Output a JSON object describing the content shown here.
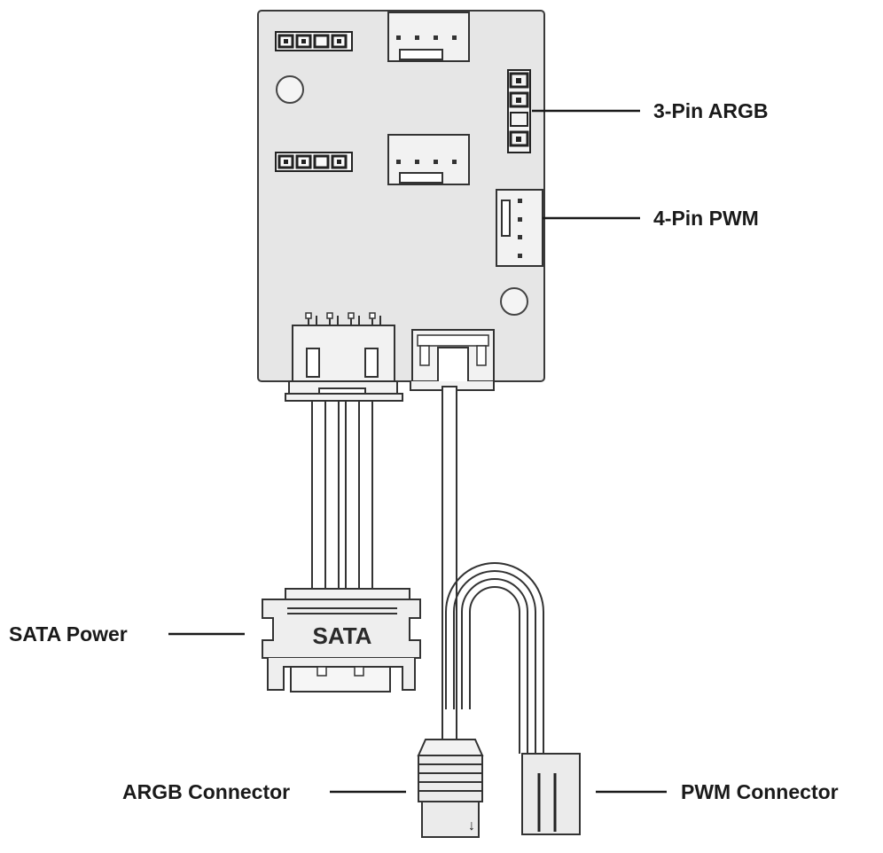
{
  "diagram": {
    "labels": {
      "argb3": "3-Pin ARGB",
      "pwm4": "4-Pin PWM",
      "sata_power": "SATA Power",
      "argb_connector": "ARGB Connector",
      "pwm_connector": "PWM Connector"
    },
    "sata_plug_text": "SATA",
    "arrow_glyph": "↓",
    "colors": {
      "board": "#e6e6e6",
      "stroke": "#3a3a3a",
      "connector": "#f2f2f2",
      "text": "#1a1a1a"
    }
  }
}
